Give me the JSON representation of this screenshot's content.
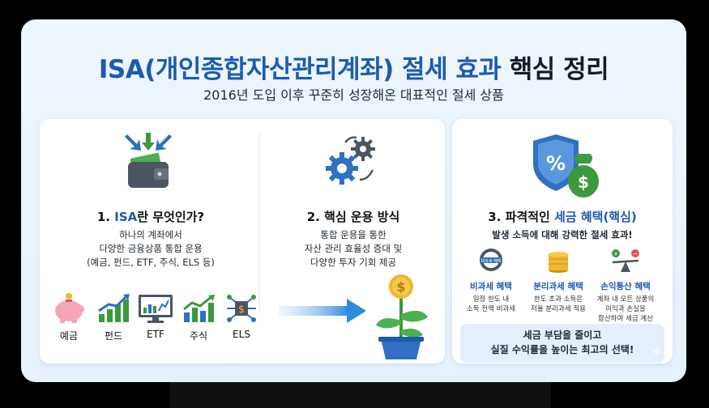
{
  "title": {
    "part1": "ISA(개인종합자산관리계좌) 절세 효과",
    "part2": "핵심 정리"
  },
  "subtitle": "2016년 도입 이후 꾸준히 성장해온 대표적인 절세 상품",
  "sections": [
    {
      "number": "1. ",
      "highlight": "ISA",
      "heading_rest": "란 무엇인가?",
      "lines": [
        "하나의 계좌에서",
        "다양한 금융상품 통합 운용",
        "(예금, 펀드, ETF, 주식, ELS 등)"
      ],
      "icon": "wallet-icon"
    },
    {
      "heading": "2. 핵심 운용 방식",
      "lines": [
        "통합 운용을 통한",
        "자산 관리 효율성 증대 및",
        "다양한 투자 기회 제공"
      ],
      "icon": "gears-icon"
    },
    {
      "number": "3. 파격적인 ",
      "highlight": "세금 혜택(핵심)",
      "lines": [
        "발생 소득에 대해 강력한 절세 효과!"
      ],
      "icon": "shield-percent-icon"
    }
  ],
  "assets": [
    {
      "label": "예금",
      "icon": "piggy-bank-icon"
    },
    {
      "label": "펀드",
      "icon": "bar-chart-icon"
    },
    {
      "label": "ETF",
      "icon": "monitor-chart-icon"
    },
    {
      "label": "주식",
      "icon": "stock-chart-icon"
    },
    {
      "label": "ELS",
      "icon": "circuit-dollar-icon"
    }
  ],
  "benefits": [
    {
      "title": "비과세 혜택",
      "badge": "비과세 혜택",
      "lines": [
        "일정 한도 내",
        "소득 전액 비과세"
      ],
      "icon": "badge-icon"
    },
    {
      "title": "분리과세 혜택",
      "lines": [
        "한도 초과 소득은",
        "저율 분리과세 적용"
      ],
      "icon": "coins-icon"
    },
    {
      "title": "손익통산 혜택",
      "lines": [
        "계좌 내 모든 상품의",
        "이익과 손실을",
        "합산하여 세금 계산"
      ],
      "icon": "scale-icon"
    }
  ],
  "callout": [
    "세금 부담을 줄이고",
    "실질 수익률을 높이는 최고의 선택!"
  ],
  "colors": {
    "accent": "#1c5bb0",
    "background": "#eaf3fc",
    "green": "#3a9a3c",
    "gold": "#f2b632"
  }
}
